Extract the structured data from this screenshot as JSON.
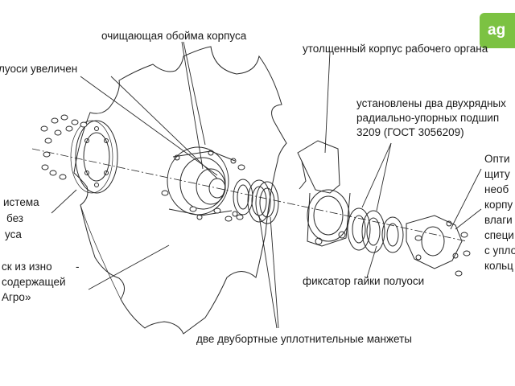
{
  "logo": {
    "text": "ag"
  },
  "labels": {
    "cleaning_hoop": "очищающая обойма корпуса",
    "thick_housing": "утолщенный корпус рабочего органа",
    "semi_axle": "луоси  увеличен",
    "bearings_line1": "установлены два двухрядных",
    "bearings_line2": "радиально-упорных подшип",
    "bearings_line3": "3209 (ГОСТ 3056209)",
    "option_line1": "Опти",
    "option_line2": "щиту",
    "option_line3": "необ",
    "option_line4": "корпу",
    "option_line5": "влаги",
    "option_line6": "специ",
    "option_line7": "с упло",
    "option_line8": "кольц",
    "system_line1": "истема",
    "system_line2": "без",
    "system_line3": "уса",
    "disk_line1": "ск из изно",
    "disk_dash": "-",
    "disk_line2": "содержащей",
    "disk_line3": "Агро»",
    "nut_lock": "фиксатор гайки полуоси",
    "seals": "две двубортные уплотнительные манжеты"
  }
}
